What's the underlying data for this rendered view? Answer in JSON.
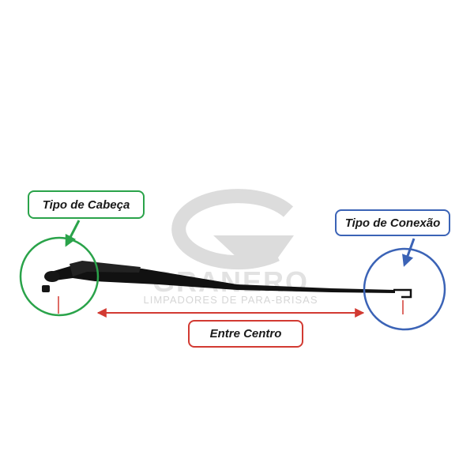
{
  "labels": {
    "head_type": "Tipo de Cabeça",
    "connection_type": "Tipo de Conexão",
    "center_distance": "Entre Centro"
  },
  "watermark": {
    "brand": "GRANERO",
    "tagline": "LIMPADORES DE PARA-BRISAS"
  },
  "colors": {
    "head": "#2aa34a",
    "connection": "#3b63b6",
    "center": "#d23a32",
    "arm": "#111111",
    "watermark": "#d8d8d8"
  }
}
